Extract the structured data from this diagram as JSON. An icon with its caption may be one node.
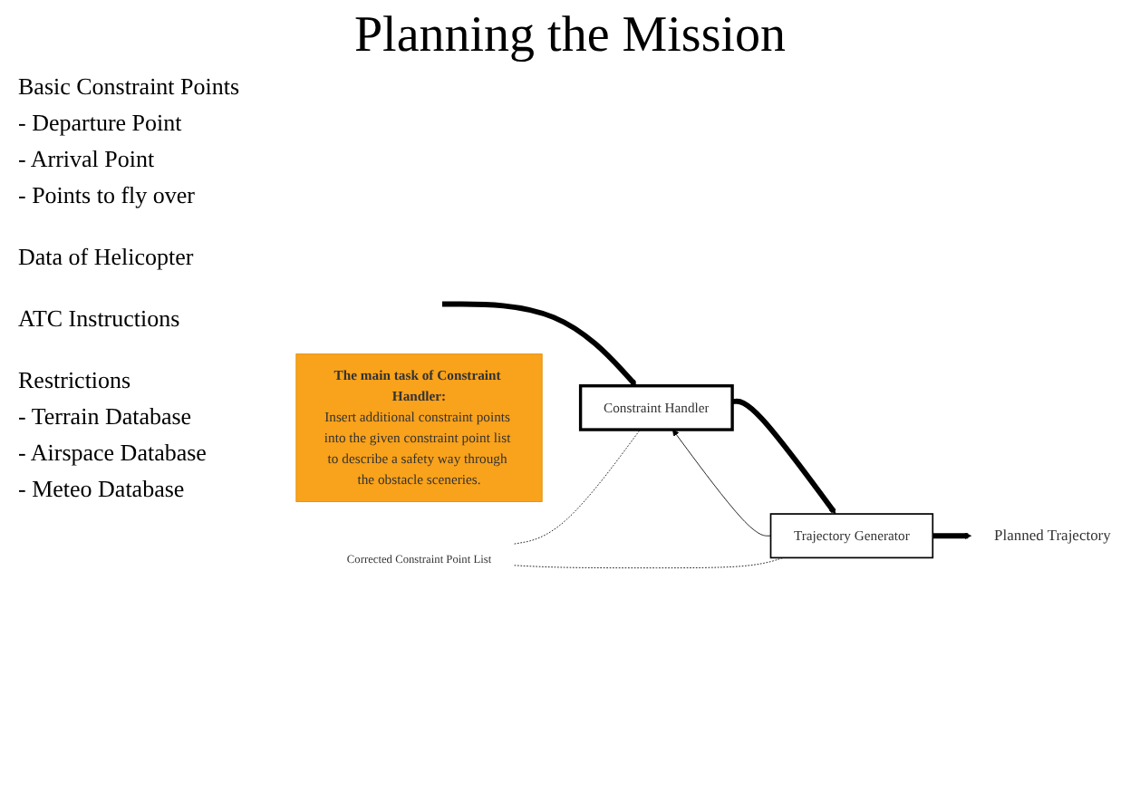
{
  "diagram": {
    "title": "Planning the Mission",
    "nodes": [
      {
        "text": [
          "Corrected Constraint Point List"
        ]
      },
      {
        "text": [
          "Constraint Handler"
        ]
      },
      {
        "text": [
          "Trajectory Generator"
        ]
      },
      {
        "text": [
          "Planned Trajectory"
        ]
      },
      {
        "text": [
          "The main task of Constraint Handler:",
          "Insert additional constraint points into the given constraint point list to describe a safety way through the obstacle sceneries."
        ]
      }
    ],
    "edges": [
      {
        "from": null,
        "to": 1,
        "arrow": "to",
        "style": "thick"
      },
      {
        "from": 1,
        "to": 2,
        "arrow": "to",
        "style": "thick"
      },
      {
        "from": 2,
        "to": 1,
        "arrow": "to"
      },
      {
        "from": 2,
        "to": 3,
        "arrow": "to",
        "style": "thick"
      },
      {
        "from": 0,
        "to": 1,
        "arrow": "none",
        "style": "dashed"
      },
      {
        "from": 0,
        "to": 2,
        "arrow": "none",
        "style": "dashed"
      }
    ],
    "labels": [
      "Basic Constraint Points",
      "- Departure Point",
      "- Arrival Point",
      "- Points to fly over",
      "Data of Helicopter",
      "ATC Instructions",
      "Restrictions",
      "- Terrain Database",
      "- Airspace Database",
      "- Meteo Database"
    ]
  }
}
